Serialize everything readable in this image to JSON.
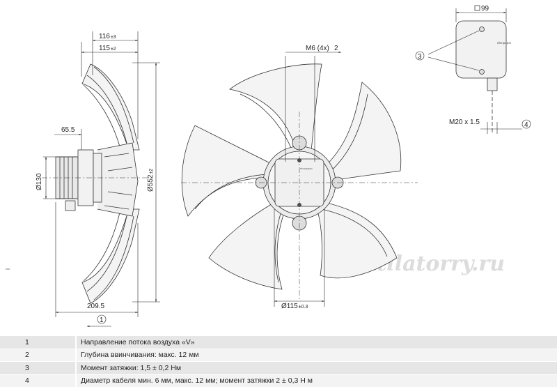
{
  "drawing": {
    "dims": {
      "d116": "116",
      "d116_tol": "±3",
      "d115": "115",
      "d115_tol": "±2",
      "d65_5": "65.5",
      "d130": "Ø130",
      "d552": "Ø552",
      "d552_tol": "±2",
      "d209_5": "209.5",
      "m6": "M6 (4x)",
      "d115_hub": "Ø115",
      "d115_hub_tol": "±0.3",
      "d99": "99",
      "m20": "M20 x 1.5"
    },
    "callouts": [
      "1",
      "2",
      "3",
      "4"
    ],
    "box_logo": "ebmpapst",
    "hub_logo": "ebmpapst",
    "watermark": "Ventilatorry.ru"
  },
  "notes": [
    {
      "num": "1",
      "text": "Направление потока воздуха «V»"
    },
    {
      "num": "2",
      "text": "Глубина ввинчивания: макс. 12 мм"
    },
    {
      "num": "3",
      "text": "Момент затяжки: 1,5 ± 0,2 Нм"
    },
    {
      "num": "4",
      "text": "Диаметр кабеля мин. 6 мм, макс. 12 мм; момент затяжки 2 ± 0,3 Н м"
    }
  ]
}
